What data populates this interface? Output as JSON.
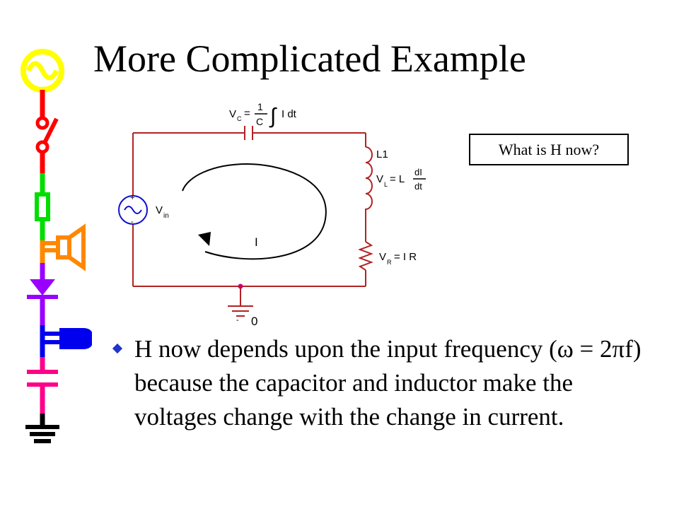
{
  "slide": {
    "title": "More Complicated  Example",
    "callout": "What is H now?",
    "bullet": "H now depends upon the input frequency (ω = 2πf) because the capacitor and inductor make the voltages change with the change in current."
  },
  "circuit": {
    "vc_sym": "V",
    "vc_sub": "C",
    "vc_eq": "=",
    "vc_num": "1",
    "vc_den": "C",
    "vc_int": "∫",
    "vc_integrand": "I dt",
    "l1": "L1",
    "vl_sym": "V",
    "vl_sub": "L",
    "vl_eq": "= L",
    "vl_num": "dI",
    "vl_den": "dt",
    "vr_sym": "V",
    "vr_sub": "R",
    "vr_eq": "= I R",
    "vin_sym": "V",
    "vin_sub": "in",
    "current": "I",
    "plus": "+",
    "minus": "-",
    "gnd_minus": "-",
    "ground_node": "0"
  },
  "colors": {
    "circuit_wire": "#b22222",
    "source": "#1010cc",
    "node_dot": "#cc0066",
    "strip_yellow": "#ffff00",
    "strip_red": "#ff0000",
    "strip_green": "#00dd00",
    "strip_orange": "#ff8800",
    "strip_purple": "#9900ff",
    "strip_blue": "#0000ee",
    "strip_pink": "#ff0088",
    "strip_black": "#000000",
    "bullet": "#2233cc"
  }
}
